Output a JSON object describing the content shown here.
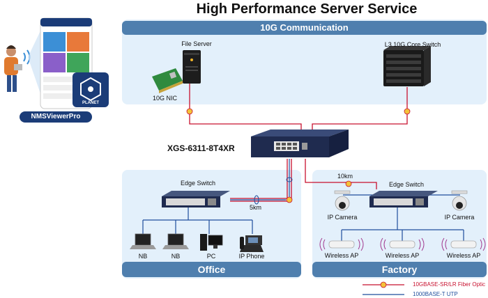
{
  "title": "High Performance Server Service",
  "zones": {
    "top": "10G Communication",
    "office": "Office",
    "factory": "Factory"
  },
  "devices": {
    "file_server": "File Server",
    "nic": "10G NIC",
    "core_switch": "L3 10G Core Switch",
    "main_switch": "XGS-6311-8T4XR",
    "office_edge": "Edge Switch",
    "factory_edge": "Edge Switch",
    "nb1": "NB",
    "nb2": "NB",
    "pc": "PC",
    "ip_phone": "IP Phone",
    "cam_left": "IP Camera",
    "cam_right": "IP Camera",
    "ap1": "Wireless AP",
    "ap2": "Wireless AP",
    "ap3": "Wireless AP"
  },
  "distances": {
    "office": "5km",
    "factory": "10km"
  },
  "app": {
    "name": "NMSViewerPro",
    "logo_text": "PLANET"
  },
  "legend": {
    "fiber": "10GBASE-SR/LR Fiber Optic",
    "utp": "1000BASE-T UTP"
  },
  "colors": {
    "fiber": "#c8102e",
    "utp": "#1f4e9c",
    "zone_header": "#4f7fae",
    "zone_bg": "#e3f0fb"
  }
}
